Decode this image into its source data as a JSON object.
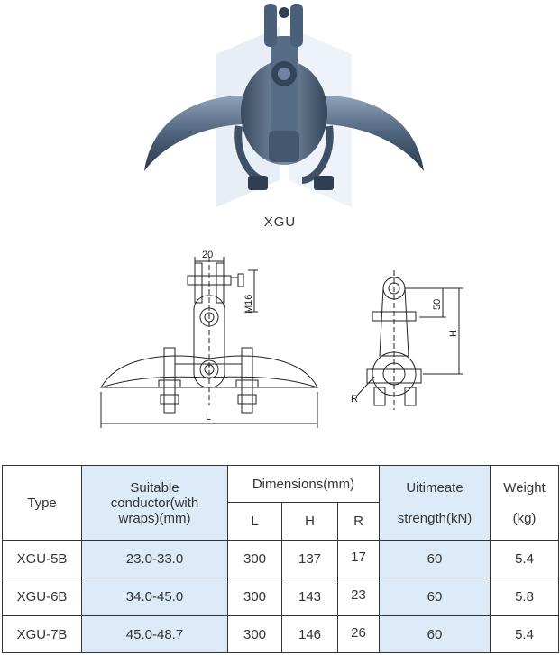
{
  "photo": {
    "name": "XGU suspension clamp product photo"
  },
  "caption": "XGU",
  "drawing_left": {
    "dim_width": "20",
    "dim_bolt": "M16",
    "dim_length": "L"
  },
  "drawing_right": {
    "dim_50": "50",
    "dim_h": "H",
    "dim_r": "R"
  },
  "table": {
    "headers": {
      "type": "Type",
      "conductor_line1": "Suitable",
      "conductor_line2": "conductor(with",
      "conductor_line3": "wraps)(mm)",
      "dimensions": "Dimensions(mm)",
      "l": "L",
      "h": "H",
      "r": "R",
      "strength_line1": "Uitimeate",
      "strength_line2": "strength(kN)",
      "weight_line1": "Weight",
      "weight_line2": "(kg)"
    },
    "rows": [
      {
        "type": "XGU-5B",
        "conductor": "23.0-33.0",
        "l": "300",
        "h": "137",
        "r": "17",
        "strength": "60",
        "weight": "5.4"
      },
      {
        "type": "XGU-6B",
        "conductor": "34.0-45.0",
        "l": "300",
        "h": "143",
        "r": "23",
        "strength": "60",
        "weight": "5.8"
      },
      {
        "type": "XGU-7B",
        "conductor": "45.0-48.7",
        "l": "300",
        "h": "146",
        "r": "26",
        "strength": "60",
        "weight": "5.4"
      }
    ]
  },
  "colors": {
    "metal": "#4a5f78",
    "metal_light": "#7b90a8",
    "highlight": "#dcebf7",
    "line": "#222222"
  }
}
